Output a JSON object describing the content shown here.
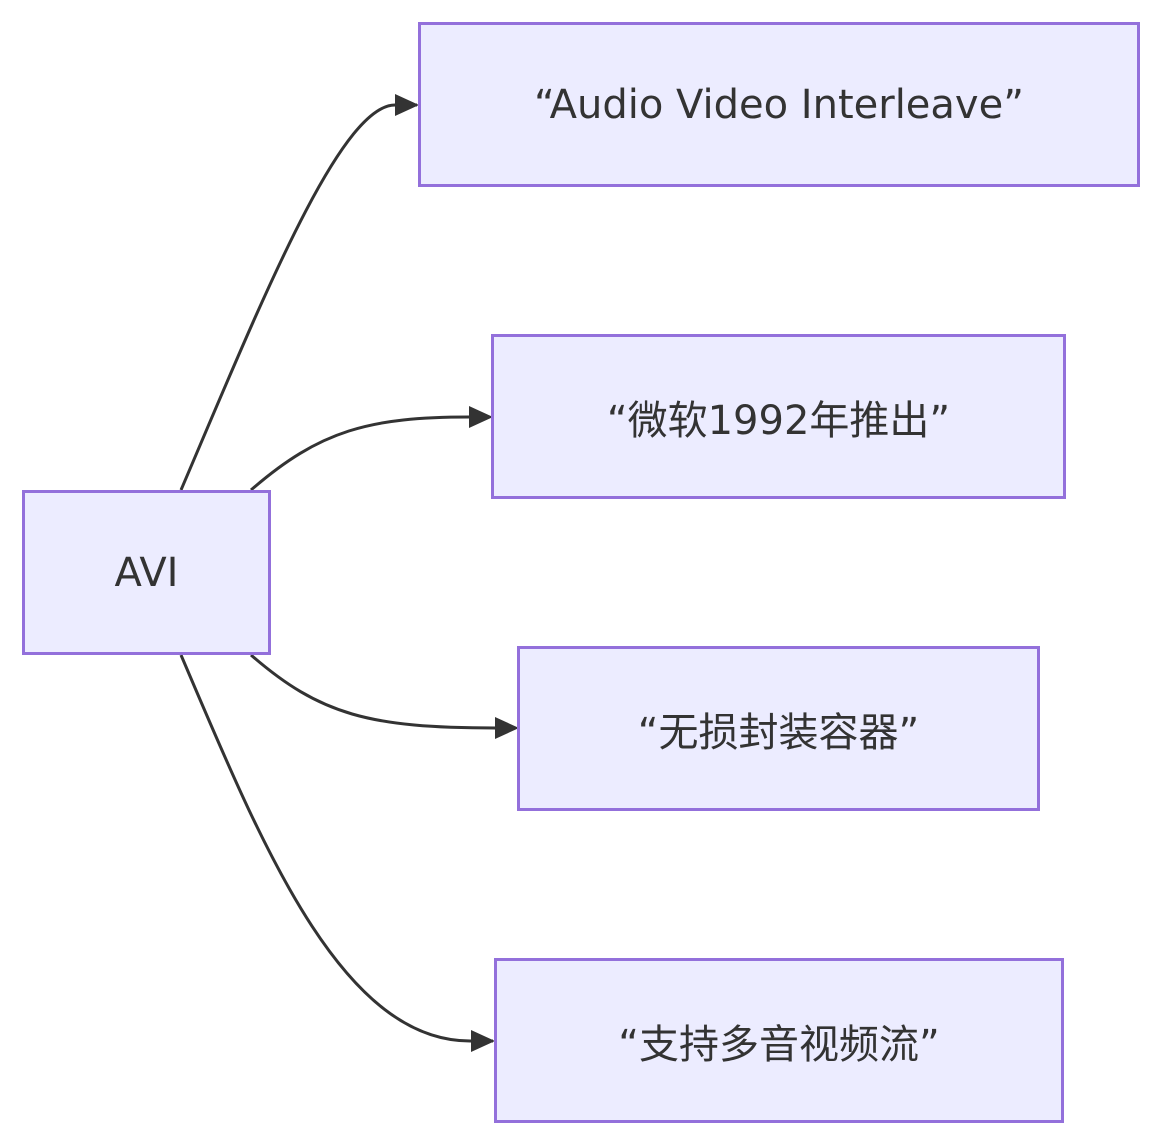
{
  "diagram": {
    "type": "flowchart",
    "direction": "left-to-right",
    "colors": {
      "node_fill": "#ECECFF",
      "node_border": "#9370DB",
      "edge": "#333333",
      "text": "#333333"
    },
    "source": {
      "label": "AVI"
    },
    "targets": [
      {
        "label": "“Audio Video Interleave”"
      },
      {
        "label": "“微软1992年推出”"
      },
      {
        "label": "“无损封装容器”"
      },
      {
        "label": "“支持多音视频流”"
      }
    ]
  }
}
